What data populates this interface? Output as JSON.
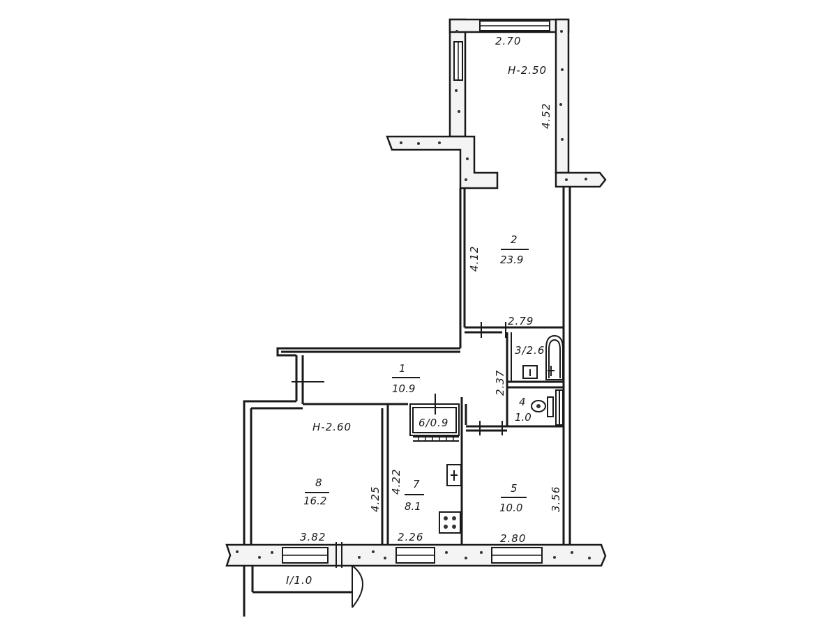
{
  "plan": {
    "ceiling_top": "H-2.50",
    "ceiling_main": "H-2.60"
  },
  "rooms": [
    {
      "id": "1",
      "number": "1",
      "area": "10.9"
    },
    {
      "id": "2",
      "number": "2",
      "area": "23.9"
    },
    {
      "id": "3",
      "label": "3/2.6"
    },
    {
      "id": "4",
      "number": "4",
      "area": "1.0"
    },
    {
      "id": "5",
      "number": "5",
      "area": "10.0"
    },
    {
      "id": "6",
      "label": "6/0.9"
    },
    {
      "id": "7",
      "number": "7",
      "area": "8.1"
    },
    {
      "id": "8",
      "number": "8",
      "area": "16.2"
    },
    {
      "id": "balcony",
      "label": "I/1.0"
    }
  ],
  "dimensions": {
    "top_width": "2.70",
    "top_right": "4.52",
    "room2_left": "4.12",
    "room2_bottom": "2.79",
    "bath_left": "2.37",
    "room8_right": "4.25",
    "room7_left": "4.22",
    "room5_right": "3.56",
    "room8_bottom": "3.82",
    "room7_bottom": "2.26",
    "room5_bottom": "2.80"
  }
}
